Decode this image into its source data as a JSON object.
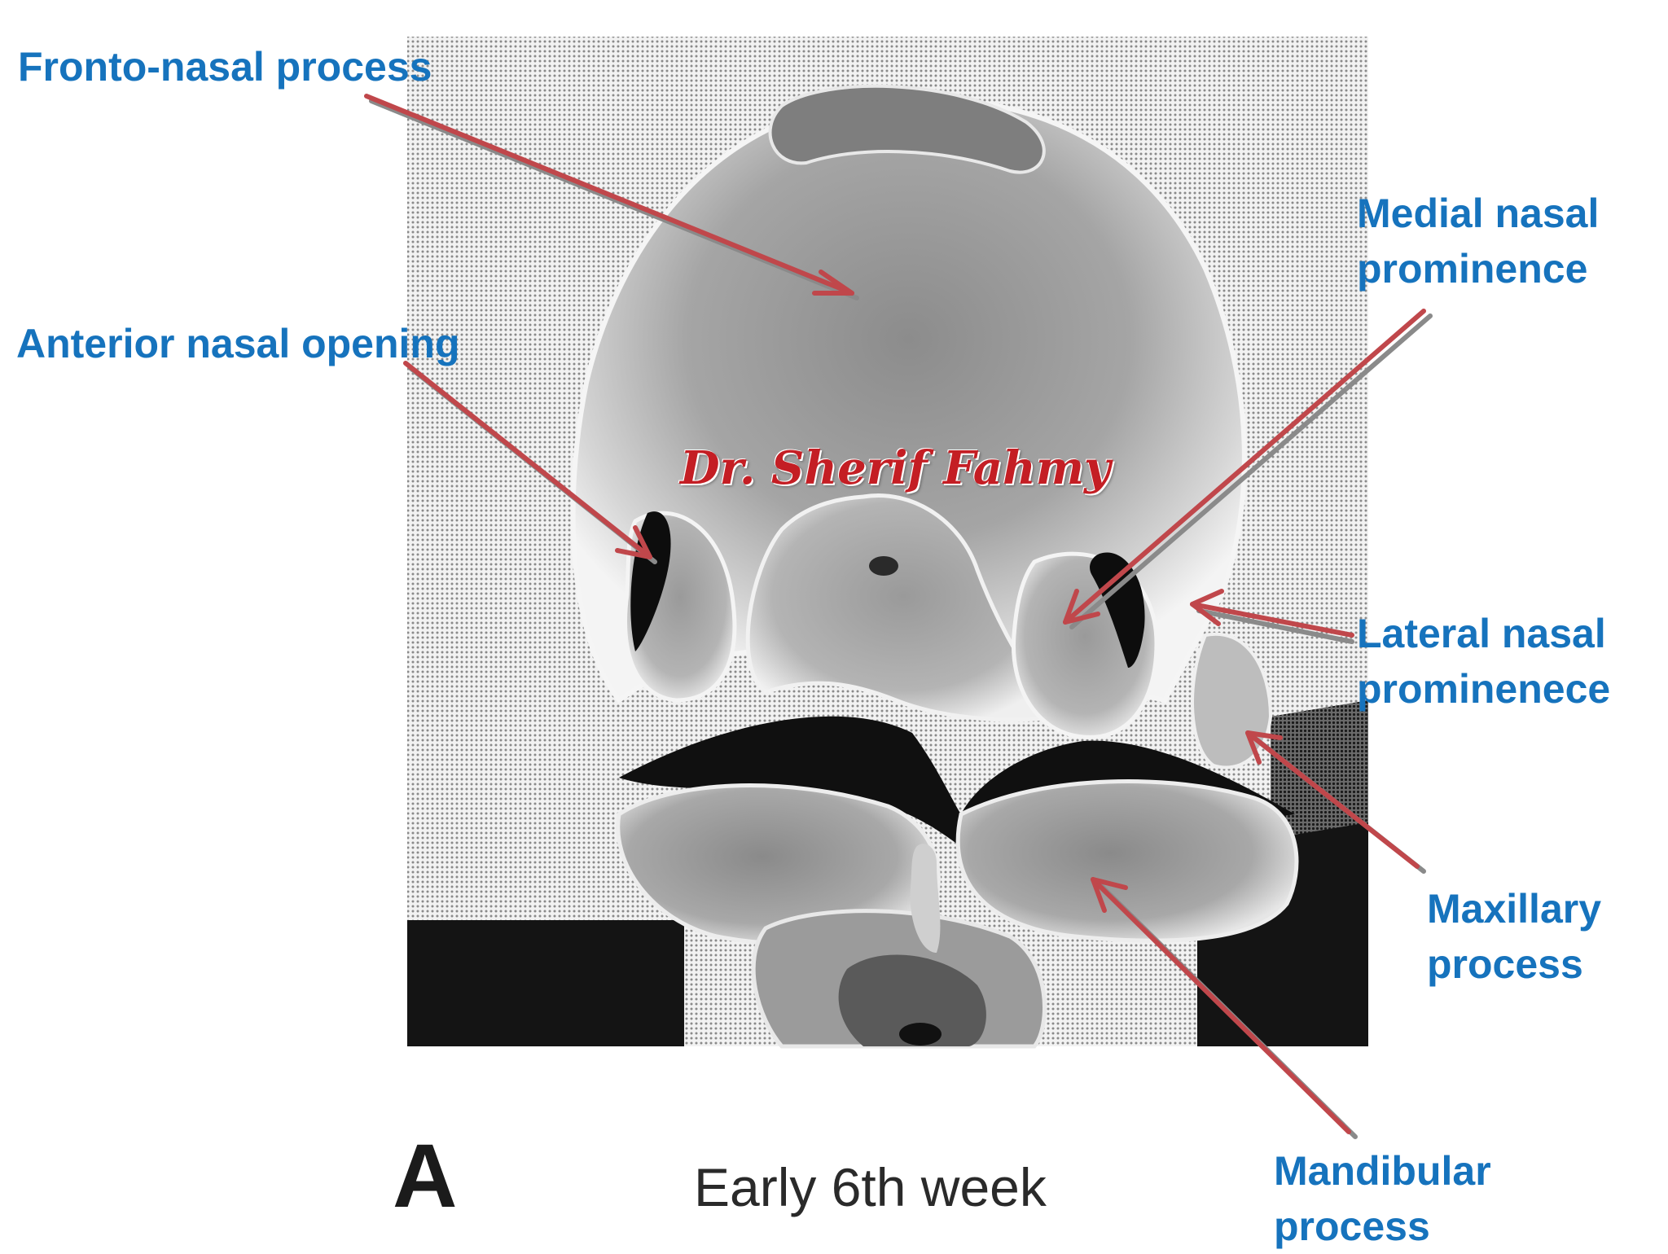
{
  "labels": {
    "fronto_nasal": "Fronto-nasal process",
    "anterior_nasal_opening": "Anterior nasal opening",
    "medial_nasal": [
      "Medial nasal",
      "prominence"
    ],
    "lateral_nasal": [
      "Lateral nasal",
      "prominenece"
    ],
    "maxillary": [
      "Maxillary",
      "process"
    ],
    "mandibular": [
      "Mandibular",
      "process"
    ]
  },
  "caption": {
    "letter": "A",
    "text": "Early 6th week"
  },
  "watermark": "Dr. Sherif Fahmy",
  "colors": {
    "label": "#1673bd",
    "arrow": "#c0474b",
    "watermark": "#c41e24"
  }
}
